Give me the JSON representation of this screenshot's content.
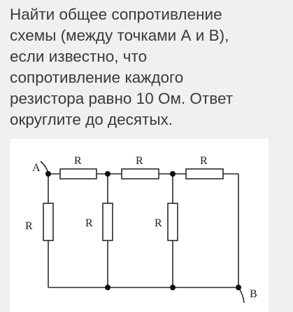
{
  "problem": {
    "text": "Найти общее сопротивление\nсхемы (между точками А и В),\nесли известно, что\nсопротивление каждого\nрезистора равно 10 Ом. Ответ\nокруглите до десятых."
  },
  "circuit": {
    "node_a_label": "A",
    "node_b_label": "B",
    "resistors": [
      {
        "label": "R"
      },
      {
        "label": "R"
      },
      {
        "label": "R"
      },
      {
        "label": "R"
      },
      {
        "label": "R"
      },
      {
        "label": "R"
      }
    ],
    "colors": {
      "wire": "#2b2b2b",
      "resistor_fill": "#ffffff",
      "background": "#ffffff"
    }
  }
}
